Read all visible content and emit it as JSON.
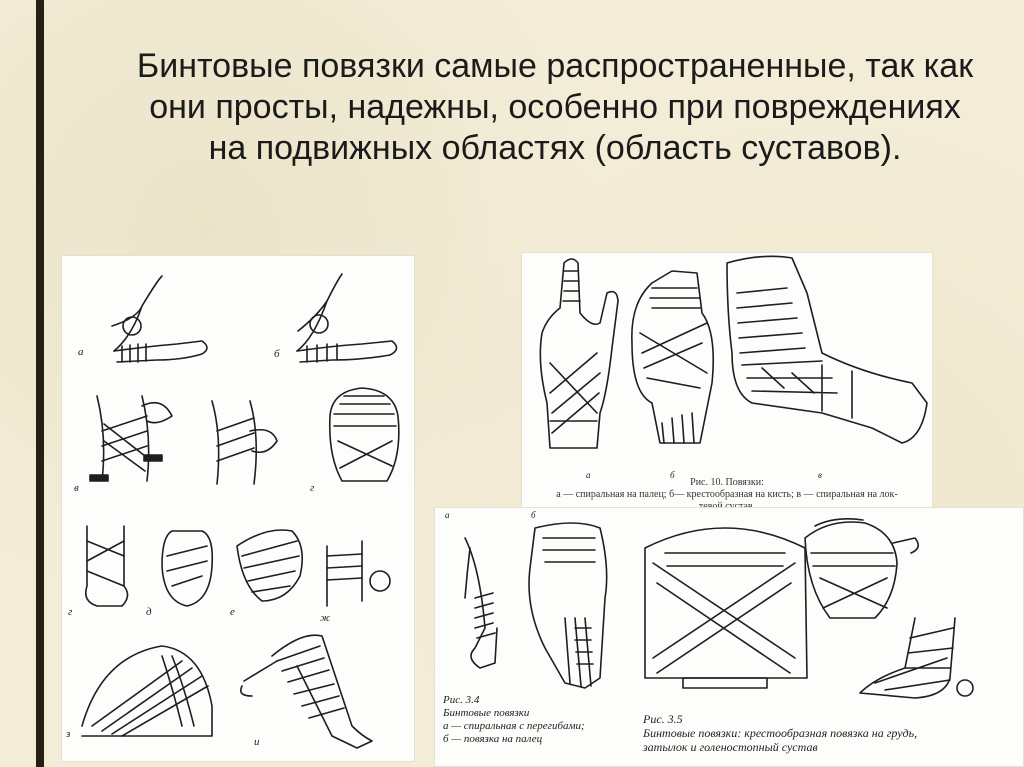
{
  "slide": {
    "text": "Бинтовые повязки самые распространенные, так как они просты, надежны, особенно при повреждениях на подвижных областях (область суставов)."
  },
  "left_panel": {
    "labels": [
      "а",
      "б",
      "в",
      "г",
      "г",
      "д",
      "е",
      "ж",
      "з",
      "и"
    ]
  },
  "top_right_panel": {
    "labels": [
      "а",
      "б",
      "в"
    ],
    "caption_line1": "Рис. 10. Повязки:",
    "caption_line2": "а — спиральная на палец; б— крестообразная на кисть; в — спиральная на лок-",
    "caption_line3": "тевой сустав."
  },
  "bottom_right_panel": {
    "label_a": "а",
    "label_b": "б",
    "fig34_title": "Рис. 3.4",
    "fig34_subtitle": "Бинтовые повязки",
    "fig34_line1": "а — спиральная с перегибами;",
    "fig34_line2": "б — повязка на палец",
    "fig35_title": "Рис. 3.5",
    "fig35_line1": "Бинтовые повязки: крестообразная повязка на грудь,",
    "fig35_line2": "затылок и голеностопный сустав"
  },
  "colors": {
    "background": "#f3edd8",
    "spine": "#242014",
    "text": "#1b1b1b",
    "ink": "#1e1e1e"
  }
}
